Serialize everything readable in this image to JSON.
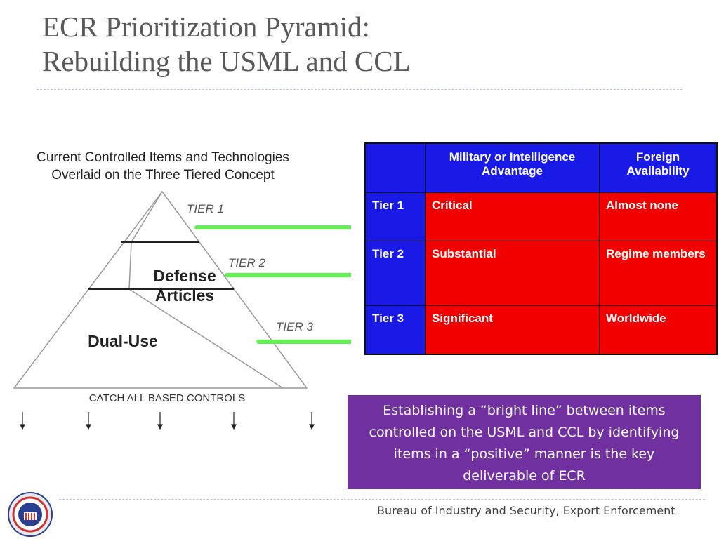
{
  "slide": {
    "title_line1": "ECR Prioritization Pyramid:",
    "title_line2": "Rebuilding the USML and CCL"
  },
  "pyramid": {
    "caption_line1": "Current Controlled Items and Technologies",
    "caption_line2": "Overlaid on the Three Tiered Concept",
    "tier1_label": "TIER 1",
    "tier2_label": "TIER 2",
    "tier3_label": "TIER 3",
    "defense_line1": "Defense",
    "defense_line2": "Articles",
    "dual_use": "Dual-Use",
    "catch_all": "CATCH ALL BASED CONTROLS"
  },
  "table": {
    "headers": [
      "",
      "Military or Intelligence Advantage",
      "Foreign Availability"
    ],
    "rows": [
      {
        "tier": "Tier 1",
        "advantage": "Critical",
        "availability": "Almost none"
      },
      {
        "tier": "Tier 2",
        "advantage": "Substantial",
        "availability": "Regime members"
      },
      {
        "tier": "Tier 3",
        "advantage": "Significant",
        "availability": "Worldwide"
      }
    ]
  },
  "callout": {
    "text": "Establishing a “bright line” between items controlled on the USML and CCL by identifying items in a “positive” manner is the key deliverable of ECR"
  },
  "footer": {
    "text": "Bureau of Industry and Security, Export Enforcement"
  },
  "colors": {
    "table_blue": "#1a1ae6",
    "table_red": "#f20000",
    "callout_purple": "#7030a0",
    "arrow_green": "#66ee55"
  },
  "icons": {
    "seal": "department-of-commerce-seal-icon",
    "arrow": "green-arrow-icon",
    "down_arrow": "down-arrow-icon"
  }
}
